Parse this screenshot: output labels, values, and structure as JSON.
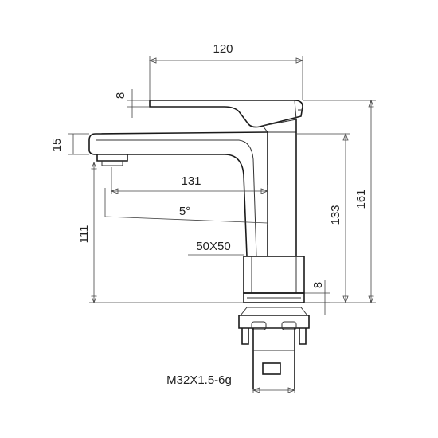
{
  "dimensions": {
    "width_120": "120",
    "height_8_top": "8",
    "height_15": "15",
    "reach_131": "131",
    "angle_5": "5°",
    "height_111": "111",
    "height_133": "133",
    "height_161": "161",
    "base_50x50": "50X50",
    "base_8": "8",
    "thread": "M32X1.5-6g"
  },
  "colors": {
    "line": "#333333",
    "background": "#ffffff"
  }
}
